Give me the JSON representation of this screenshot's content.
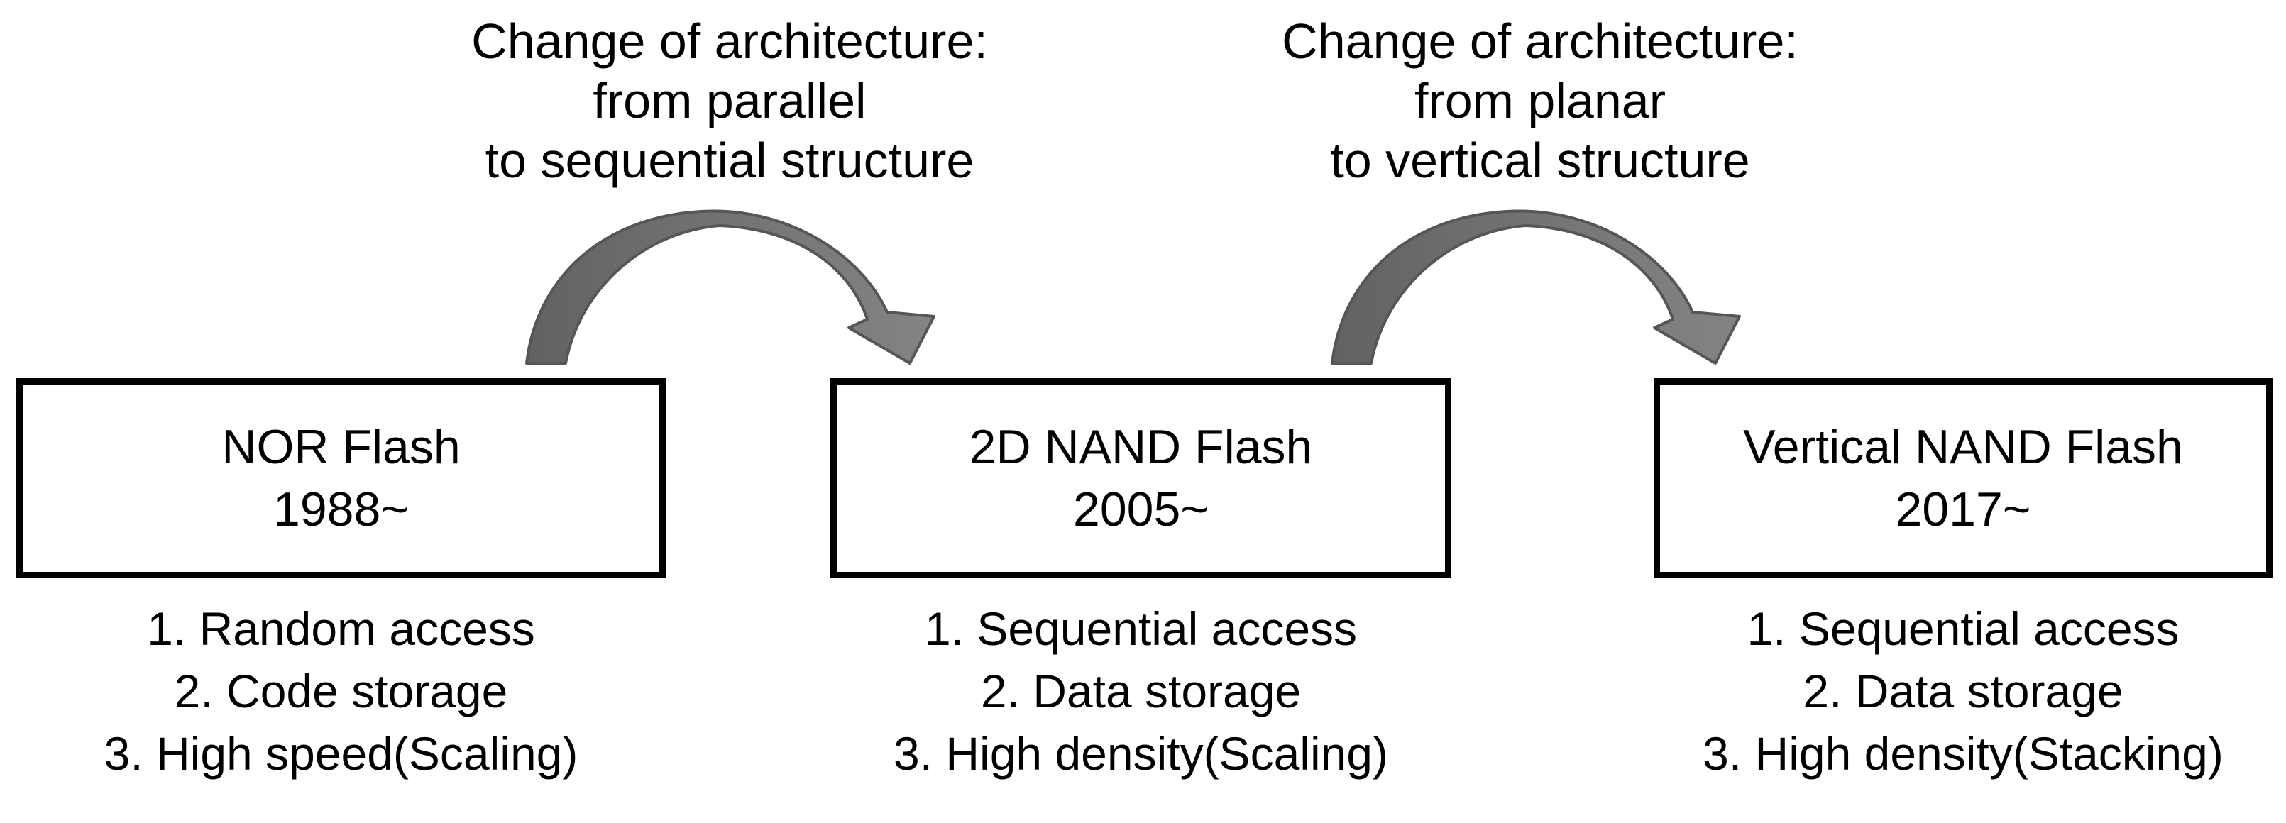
{
  "annotations": [
    {
      "line1": "Change of architecture:",
      "line2": "from parallel",
      "line3": "to sequential structure"
    },
    {
      "line1": "Change of architecture:",
      "line2": "from planar",
      "line3": "to vertical structure"
    }
  ],
  "stages": [
    {
      "title": "NOR Flash",
      "period": "1988~",
      "features": [
        "1. Random access",
        "2. Code storage",
        "3. High speed(Scaling)"
      ]
    },
    {
      "title": "2D NAND Flash",
      "period": "2005~",
      "features": [
        "1. Sequential access",
        "2. Data storage",
        "3. High density(Scaling)"
      ]
    },
    {
      "title": "Vertical NAND Flash",
      "period": "2017~",
      "features": [
        "1. Sequential access",
        "2. Data storage",
        "3. High density(Stacking)"
      ]
    }
  ],
  "colors": {
    "background": "#ffffff",
    "text": "#000000",
    "box_border": "#000000",
    "arrow_fill_dark": "#626262",
    "arrow_fill_light": "#848484",
    "arrow_outline": "#565656"
  }
}
